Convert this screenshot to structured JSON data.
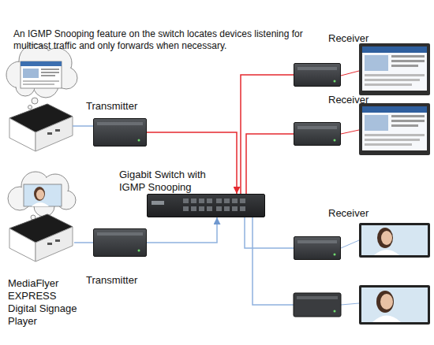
{
  "diagram": {
    "title": "An IGMP Snooping feature on the switch locates devices listening for multicast traffic and only forwards when necessary.",
    "nodes": [
      {
        "text": [
          "Transmitter"
        ]
      },
      {
        "text": [
          "Transmitter"
        ]
      },
      {
        "text": [
          "MediaFlyer EXPRESS Digital Signage Player"
        ]
      },
      {
        "text": [
          "Gigabit Switch with IGMP Snooping"
        ]
      },
      {
        "text": [
          "Receiver"
        ]
      },
      {
        "text": [
          "Receiver"
        ]
      },
      {
        "text": [
          "Receiver"
        ]
      }
    ],
    "edges": [
      {
        "from": 0,
        "to": 3,
        "arrow": "to"
      },
      {
        "from": 2,
        "to": 1,
        "arrow": "none"
      },
      {
        "from": 1,
        "to": 3,
        "arrow": "to"
      },
      {
        "from": 3,
        "to": 4,
        "arrow": "none"
      },
      {
        "from": 3,
        "to": 5,
        "arrow": "none"
      },
      {
        "from": 3,
        "to": 6,
        "arrow": "none"
      }
    ]
  }
}
